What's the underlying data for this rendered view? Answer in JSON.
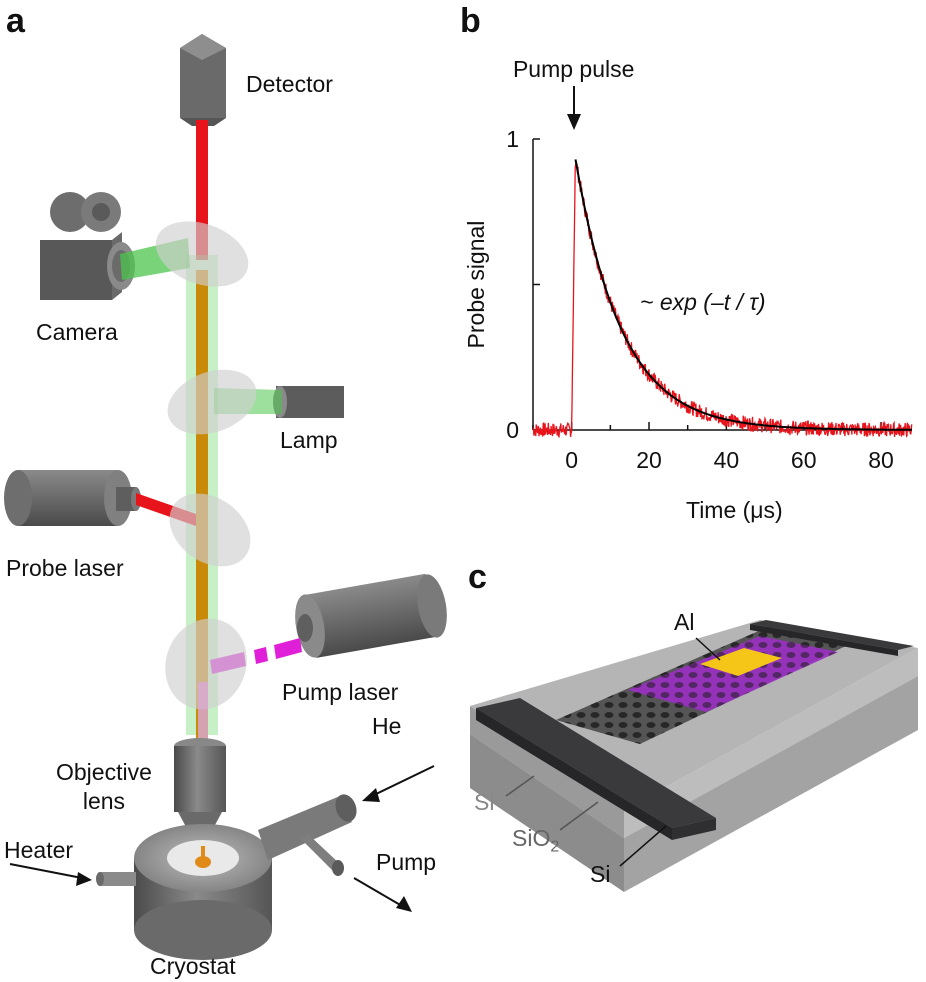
{
  "panels": {
    "a": "a",
    "b": "b",
    "c": "c"
  },
  "setup": {
    "detector": "Detector",
    "camera": "Camera",
    "lamp": "Lamp",
    "probe_laser": "Probe laser",
    "pump_laser": "Pump laser",
    "objective_lens_line1": "Objective",
    "objective_lens_line2": "lens",
    "he": "He",
    "heater": "Heater",
    "pump": "Pump",
    "cryostat": "Cryostat"
  },
  "colors": {
    "probe_beam": "#e8141c",
    "pump_beam": "#e020d8",
    "lamp_beam": "#3ec43e",
    "combined_beam": "#c98a0a",
    "device_top": "#9b30c4",
    "aluminum_pad": "#f5c518",
    "silicon_body": "#8a8a8a",
    "clamp_bar": "#3a3a3c",
    "fit_curve": "#000000",
    "data_trace": "#e8141c"
  },
  "chart_data": {
    "type": "line",
    "xlabel": "Time (μs)",
    "ylabel": "Probe signal",
    "xlim": [
      -10,
      88
    ],
    "ylim": [
      0,
      1
    ],
    "xticks": [
      0,
      20,
      40,
      60,
      80
    ],
    "yticks": [
      0,
      1
    ],
    "annotation_pump": "Pump pulse",
    "fit_label": "~ exp (–t / τ)",
    "tau_us": 12,
    "series": [
      {
        "role": "measured",
        "color": "#e8141c",
        "rise_at_us": 0,
        "peak": 0.98,
        "peak_at_us": 1,
        "baseline": 0.0
      },
      {
        "role": "fit",
        "color": "#000000",
        "start_at_us": 1,
        "start_value": 0.93
      }
    ]
  },
  "device": {
    "al": "Al",
    "si_top_layer": "Si",
    "sio2_prefix": "SiO",
    "sio2_sub": "2",
    "si_substrate": "Si"
  }
}
